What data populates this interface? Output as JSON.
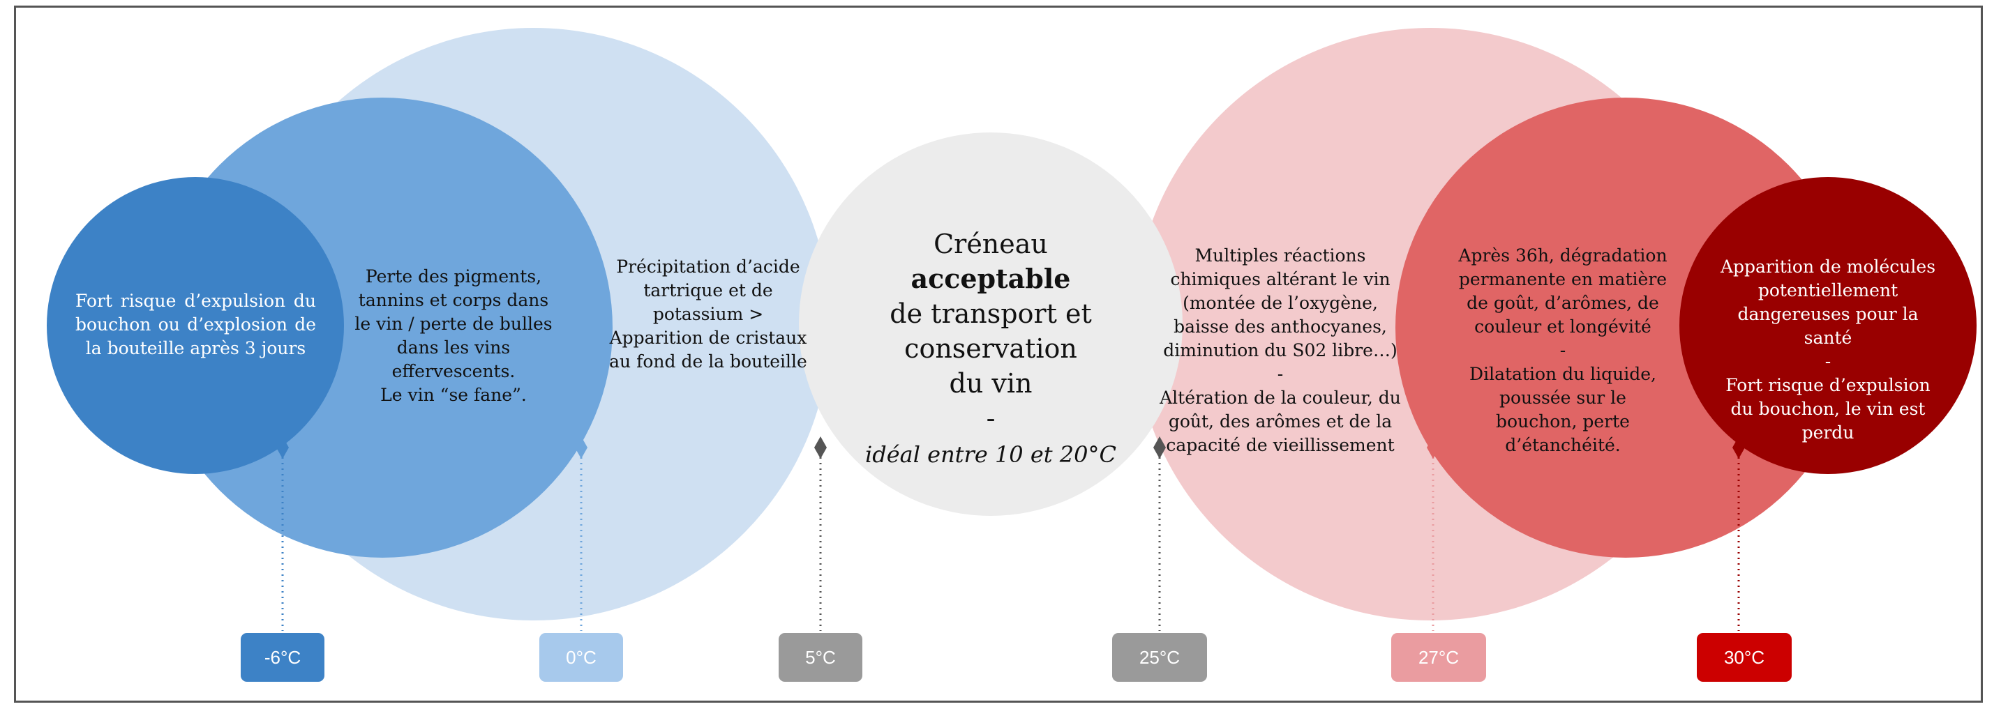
{
  "colors": {
    "cold_dark": "#3d82c6",
    "cold_mid": "#6fa6dc",
    "cold_light": "#cfe0f2",
    "neutral": "#ececec",
    "warm_light": "#f3cacc",
    "warm_mid": "#e06565",
    "warm_dark": "#990000",
    "badge_minus6": "#3d82c6",
    "badge_0": "#a7c9ec",
    "badge_5": "#9a9a9a",
    "badge_25": "#9a9a9a",
    "badge_27": "#ea9ca0",
    "badge_30": "#cc0000"
  },
  "zones": {
    "minus6": {
      "lines": [
        "Fort risque d’expulsion du bouchon ou d’explosion de la bouteille après 3 jours"
      ]
    },
    "zero": {
      "lines": [
        "Perte des pigments, tannins et corps dans le vin / perte de bulles dans les vins effervescents.",
        "Le vin “se fane”."
      ]
    },
    "five": {
      "lines": [
        "Précipitation d’acide tartrique et de potassium  >",
        "Apparition de cristaux au fond de la bouteille"
      ]
    },
    "center": {
      "prefix": "Créneau ",
      "bold": "acceptable",
      "line2": "de transport et",
      "line3": "conservation",
      "line4": "du vin",
      "dash": "-",
      "ideal": "idéal entre 10 et 20°C"
    },
    "twentyfive": {
      "line1": "Multiples réactions chimiques altérant le vin (montée de l’oxygène, baisse des anthocyanes, diminution du S02 libre…)",
      "dash": "-",
      "line2": "Altération de la couleur, du goût, des arômes et de la capacité de vieillissement"
    },
    "twentyseven": {
      "line1": "Après 36h, dégradation permanente en matière de goût, d’arômes, de couleur et longévité",
      "dash": "-",
      "line2": "Dilatation du liquide, poussée sur le bouchon, perte d’étanchéité."
    },
    "thirty": {
      "line1": "Apparition de molécules potentiellement dangereuses pour la santé",
      "dash": "-",
      "line2": "Fort risque d’expulsion du bouchon, le vin est perdu"
    }
  },
  "badges": {
    "minus6": "-6°C",
    "zero": "0°C",
    "five": "5°C",
    "twentyfive": "25°C",
    "twentyseven": "27°C",
    "thirty": "30°C"
  }
}
